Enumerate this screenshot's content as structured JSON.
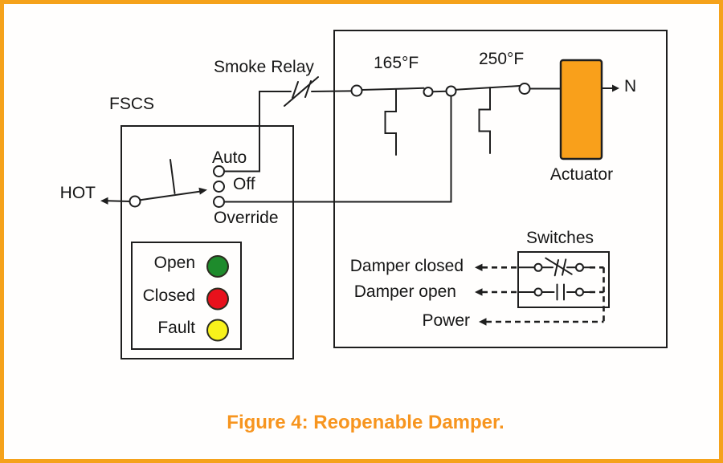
{
  "colors": {
    "page_border": "#F5A21B",
    "caption_orange": "#F7951F",
    "actuator_fill": "#F9A01B",
    "line": "#1e1e1e"
  },
  "labels": {
    "smoke_relay": "Smoke Relay",
    "fscs": "FSCS",
    "hot": "HOT",
    "auto": "Auto",
    "off": "Off",
    "override": "Override",
    "temp_165": "165°F",
    "temp_250": "250°F",
    "actuator": "Actuator",
    "neutral": "N",
    "switches": "Switches",
    "damper_closed": "Damper closed",
    "damper_open": "Damper open",
    "power": "Power"
  },
  "legend": {
    "items": [
      {
        "label": "Open",
        "color": "#1E8B2C"
      },
      {
        "label": "Closed",
        "color": "#E8111C"
      },
      {
        "label": "Fault",
        "color": "#F8F21B"
      }
    ]
  },
  "caption": "Figure 4: Reopenable Damper."
}
